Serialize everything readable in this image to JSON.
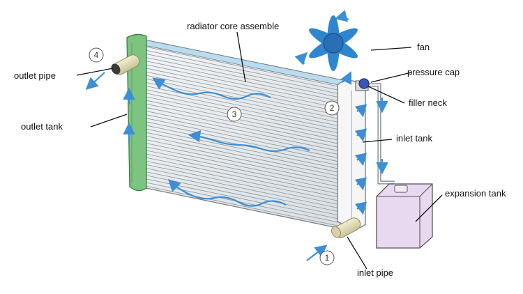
{
  "labels": {
    "core": "radiator core assemble",
    "fan": "fan",
    "pressure_cap": "pressure cap",
    "filler_neck": "filler neck",
    "inlet_tank": "inlet tank",
    "expansion_tank": "expansion tank",
    "inlet_pipe": "inlet pipe",
    "outlet_pipe": "outlet pipe",
    "outlet_tank": "outlet tank"
  },
  "steps": [
    "1",
    "2",
    "3",
    "4"
  ],
  "colors": {
    "outlet_tank": "#7cc47f",
    "core_top": "#b9dcef",
    "flow_arrow": "#3b8fd6",
    "fan": "#2f86d0",
    "expansion_tank": "#e8d9f0"
  }
}
